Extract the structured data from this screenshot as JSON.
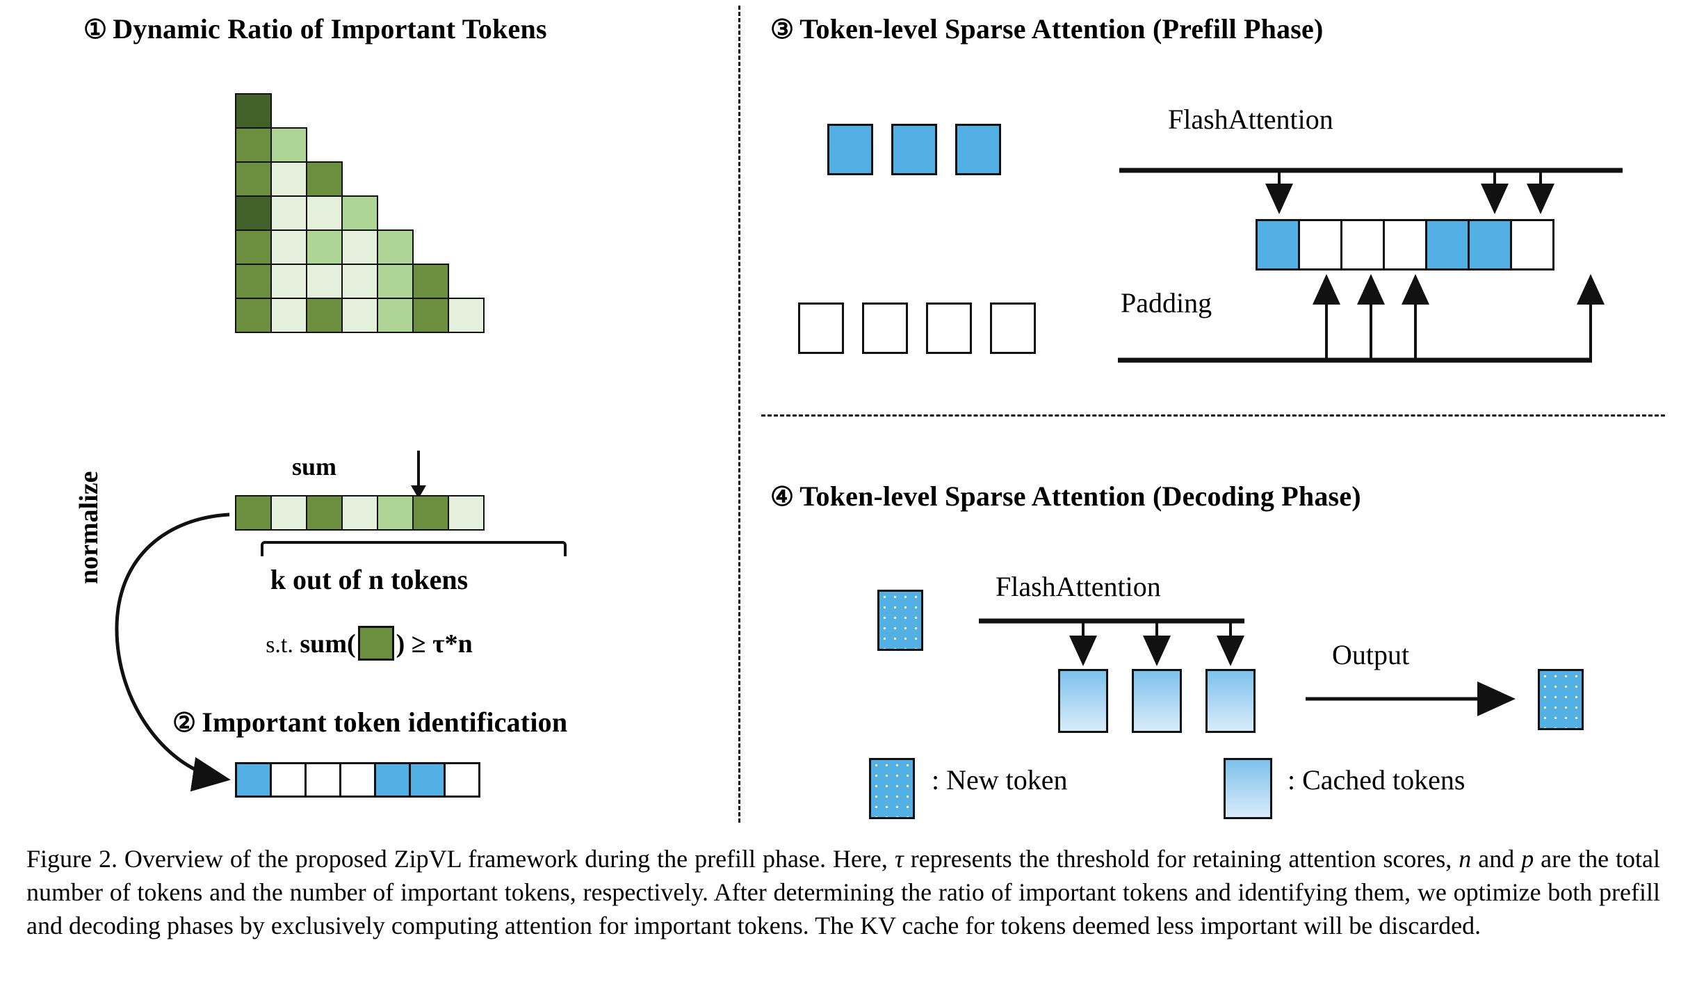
{
  "panels": {
    "p1": {
      "num": "①",
      "title": "Dynamic Ratio of Important Tokens"
    },
    "p2": {
      "num": "②",
      "title": "Important token identification"
    },
    "p3": {
      "num": "③",
      "title": "Token-level Sparse Attention (Prefill Phase)"
    },
    "p4": {
      "num": "④",
      "title": "Token-level Sparse Attention (Decoding Phase)"
    }
  },
  "labels": {
    "sum": "sum",
    "k_out_of_n": "k out of n tokens",
    "normalize": "normalize",
    "constraint_prefix": "s.t.",
    "constraint_fn": "sum(",
    "constraint_close": ")",
    "constraint_rel": "≥",
    "constraint_rhs": "τ*n",
    "flash_attention": "FlashAttention",
    "padding": "Padding",
    "output": "Output",
    "legend_new": ": New token",
    "legend_cached": ": Cached tokens"
  },
  "colors": {
    "green_dark": "#42602a",
    "green_mid": "#6b8f3e",
    "green_light": "#afd596",
    "green_pale": "#e4f0dc",
    "blue": "#53b0e4",
    "cached_top": "#7ec1ec",
    "cached_bottom": "#d9ecfa",
    "stroke": "#111111"
  },
  "chart_data": {
    "type": "heatmap",
    "title": "Dynamic Ratio of Important Tokens",
    "description": "Lower-triangular attention-score matrix, 7 rows; shade encodes attention magnitude.",
    "palette": {
      "4": "#42602a",
      "3": "#6b8f3e",
      "2": "#afd596",
      "1": "#e4f0dc"
    },
    "matrix_rows": [
      [
        4
      ],
      [
        3,
        2
      ],
      [
        3,
        1,
        3
      ],
      [
        4,
        1,
        1,
        2
      ],
      [
        3,
        1,
        2,
        1,
        2
      ],
      [
        3,
        1,
        1,
        1,
        2,
        3
      ],
      [
        3,
        1,
        3,
        1,
        2,
        3,
        1
      ]
    ],
    "sum_row": [
      3,
      1,
      3,
      1,
      2,
      3,
      1
    ],
    "important_tokens": [
      true,
      false,
      false,
      false,
      true,
      true,
      false
    ],
    "prefill_row": [
      true,
      false,
      false,
      false,
      true,
      true,
      false
    ],
    "prefill_blue_blocks": 3,
    "prefill_white_blocks": 4,
    "decoding_cached_blocks": 3,
    "decoding_new_tokens": 1,
    "decoding_output_tokens": 1
  },
  "caption": {
    "prefix": "Figure 2.",
    "text_1": " Overview of the proposed ZipVL framework during the prefill phase. Here, ",
    "sym_tau": "τ",
    "text_2": " represents the threshold for retaining attention scores, ",
    "sym_n": "n",
    "text_3": " and ",
    "sym_p": "p",
    "text_4": " are the total number of tokens and the number of important tokens, respectively. After determining the ratio of important tokens and identifying them, we optimize both prefill and decoding phases by exclusively computing attention for important tokens. The KV cache for tokens deemed less important will be discarded."
  }
}
